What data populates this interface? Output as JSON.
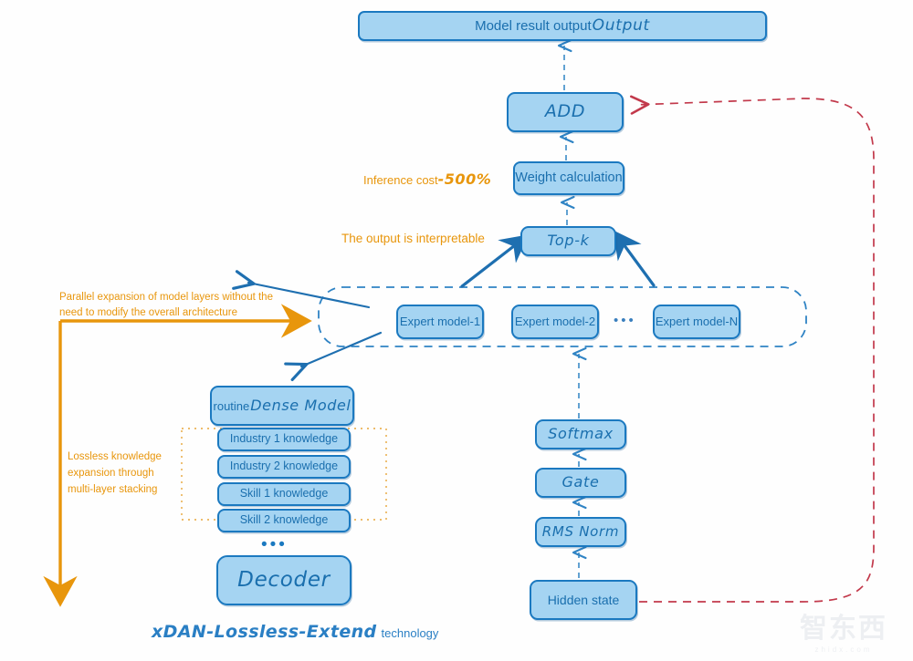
{
  "diagram": {
    "title_bottom": {
      "main": "xDAN-Lossless-Extend",
      "suffix": "technology"
    },
    "watermark": {
      "mark": "智东西",
      "sub": "zhidx.com"
    }
  },
  "nodes": {
    "output": {
      "prefix": "Model result output",
      "emphasis": "Output",
      "full": "Model result outputOutput"
    },
    "add": "ADD",
    "weight_calculation": "Weight calculation",
    "topk": "Top-k",
    "experts": [
      {
        "label": "Expert model-1"
      },
      {
        "label": "Expert model-2"
      },
      {
        "label": "Expert model-N"
      }
    ],
    "expert_ellipsis": "•••",
    "softmax": "Softmax",
    "gate": "Gate",
    "rms_norm": "RMS Norm",
    "hidden_state": "Hidden state",
    "dense_model": {
      "prefix": "routine",
      "emphasis": "Dense Model"
    },
    "knowledge": [
      "Industry 1 knowledge",
      "Industry 2 knowledge",
      "Skill 1 knowledge",
      "Skill 2 knowledge"
    ],
    "stack_ellipsis": "•••",
    "decoder": "Decoder"
  },
  "annotations": {
    "inference_cost": {
      "text": "Inference cost",
      "value": "-500%"
    },
    "interpretable": "The output is interpretable",
    "parallel_expansion": "Parallel expansion of model layers without the\nneed to modify the overall architecture",
    "lossless_expansion": "Lossless knowledge\nexpansion through\nmulti-layer stacking"
  },
  "colors": {
    "node_fill": "#a5d4f2",
    "node_border": "#1b79c0",
    "node_text": "#1a6fae",
    "annotation_orange": "#e8960c",
    "feedback_red": "#c2394b",
    "arrow_blue": "#1e6fb0",
    "title_blue": "#2a7fc4"
  }
}
